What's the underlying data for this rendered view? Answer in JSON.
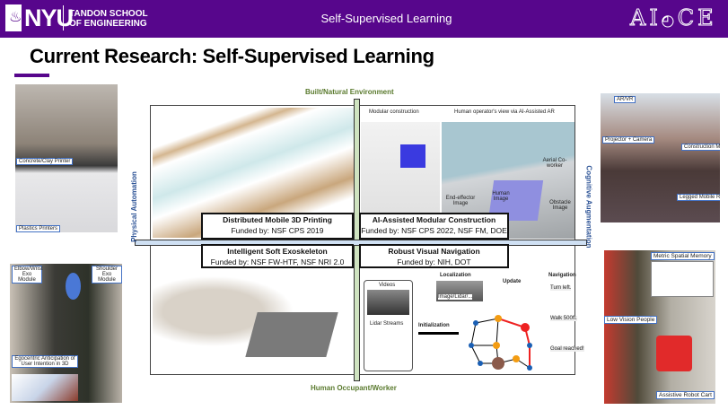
{
  "header": {
    "org_logo": "NYU",
    "school_line1": "TANDON SCHOOL",
    "school_line2": "OF ENGINEERING",
    "title": "Self-Supervised Learning",
    "lab_logo": "AI4CE"
  },
  "page": {
    "title": "Current Research: Self-Supervised Learning",
    "accent": "#57068c"
  },
  "axes": {
    "top": "Built/Natural Environment",
    "bottom": "Human Occupant/Worker",
    "left": "Physical Automation",
    "right": "Cognitive Augmentation"
  },
  "quadrants": [
    {
      "title": "Distributed Mobile 3D Printing",
      "funding": "Funded by: NSF CPS 2019"
    },
    {
      "title": "AI-Assisted Modular Construction",
      "funding": "Funded by: NSF CPS 2022, NSF FM, DOE",
      "labels": [
        "Modular construction",
        "Human operator's view via AI-Assisted AR",
        "Aerial Co-worker",
        "Human Image",
        "End-effector Image",
        "Obstacle Image"
      ]
    },
    {
      "title": "Intelligent Soft Exoskeleton",
      "funding": "Funded by: NSF FW-HTF, NSF NRI 2.0"
    },
    {
      "title": "Robust Visual Navigation",
      "funding": "Funded by: NIH, DOT",
      "labels": [
        "Videos",
        "Lidar Streams",
        "Localization",
        "Image/Lidar/...",
        "Update",
        "Navigation",
        "Initialization",
        "Turn left.",
        "Walk 500ft.",
        "Goal reached!"
      ]
    }
  ],
  "photos": {
    "printers": [
      "Concrete/Clay Printer",
      "Plastics Printers"
    ],
    "exo": [
      "Elbow/Wrist Exo Module",
      "Shoulder Exo Module",
      "Egocentric Anticipation of User Intention in 3D"
    ],
    "ar": [
      "AR/VR",
      "Projector + Camera",
      "Construction Module",
      "Legged Mobile Robot"
    ],
    "cart": [
      "Metric Spatial Memory",
      "Low Vision People",
      "Assistive Robot Cart"
    ]
  }
}
